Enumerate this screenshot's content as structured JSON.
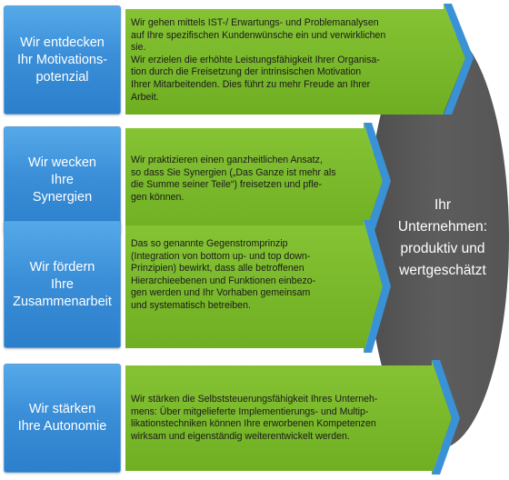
{
  "center": {
    "text": "Ihr\nUnternehmen:\nproduktiv und\nwertgeschätzt"
  },
  "rows": [
    {
      "label": "Wir entdecken\nIhr Motivations-\npotenzial",
      "text": "Wir gehen mittels IST-/ Erwartungs- und Problemanalysen\nauf Ihre spezifischen Kundenwünsche ein und verwirklichen\nsie.\nWir erzielen die erhöhte Leistungsfähigkeit Ihrer Organisa-\ntion durch die Freisetzung der intrinsischen Motivation\nIhrer Mitarbeitenden. Dies führt zu mehr Freude an Ihrer\nArbeit."
    },
    {
      "label": "Wir wecken\nIhre\nSynergien",
      "text": "Wir praktizieren einen ganzheitlichen Ansatz,\nso dass Sie Synergien („Das Ganze ist mehr als\ndie Summe seiner Teile“) freisetzen und pfle-\ngen können."
    },
    {
      "label": "Wir fördern\nIhre\nZusammenarbeit",
      "text": "Das so genannte Gegenstromprinzip\n(Integration von bottom up- und top down-\nPrinzipien) bewirkt, dass alle betroffenen\nHierarchieebenen und Funktionen einbezo-\ngen werden und Ihr Vorhaben gemeinsam\nund systematisch betreiben."
    },
    {
      "label": "Wir stärken\nIhre Autonomie",
      "text": "Wir stärken die Selbststeuerungsfähigkeit Ihres Unterneh-\nmens: Über mitgelieferte Implementierungs- und Multip-\nlikationstechniken können Ihre erworbenen Kompetenzen\nwirksam und eigenständig weiterentwickelt werden."
    }
  ],
  "colors": {
    "label_fill": "#3b8fd8",
    "arrow_fill": "#7ab929",
    "arrow_edge": "#3a92d6",
    "center_fill": "#595959"
  }
}
